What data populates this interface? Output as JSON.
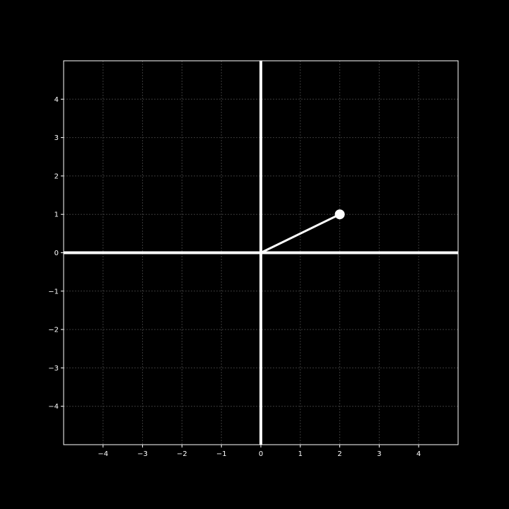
{
  "chart_data": {
    "type": "line",
    "title": "",
    "xlabel": "",
    "ylabel": "",
    "xlim": [
      -5,
      5
    ],
    "ylim": [
      -5,
      5
    ],
    "grid": true,
    "x_ticks": [
      -4,
      -3,
      -2,
      -1,
      0,
      1,
      2,
      3,
      4
    ],
    "y_ticks": [
      -4,
      -3,
      -2,
      -1,
      0,
      1,
      2,
      3,
      4
    ],
    "x_tick_labels": [
      "−4",
      "−3",
      "−2",
      "−1",
      "0",
      "1",
      "2",
      "3",
      "4"
    ],
    "y_tick_labels": [
      "−4",
      "−3",
      "−2",
      "−1",
      "0",
      "1",
      "2",
      "3",
      "4"
    ],
    "series": [
      {
        "x": [
          0,
          2
        ],
        "y": [
          0,
          1
        ],
        "marker_at_end": true
      }
    ]
  },
  "colors": {
    "background": "#000000",
    "foreground": "#ffffff",
    "grid": "#3a3a3a"
  }
}
